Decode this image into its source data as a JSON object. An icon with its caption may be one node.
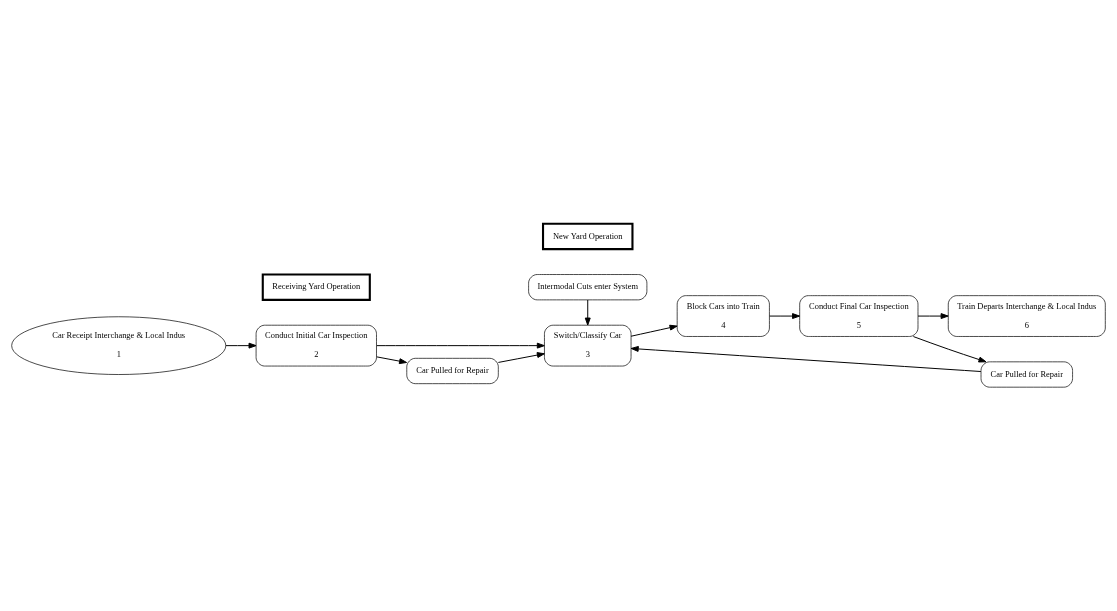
{
  "diagram": {
    "nodes": [
      {
        "text": [
          "Receiving Yard Operation"
        ]
      },
      {
        "text": [
          "New Yard Operation"
        ]
      },
      {
        "text": [
          "Intermodal Cuts enter System"
        ]
      },
      {
        "text": [
          "Switch/Classify Car",
          "3"
        ]
      },
      {
        "text": [
          "Conduct Initial Car Inspection",
          "2"
        ]
      },
      {
        "text": [
          "Block Cars into Train",
          "4"
        ]
      },
      {
        "text": [
          "Conduct Final Car Inspection",
          "5"
        ]
      },
      {
        "text": [
          "Car Pulled for Repair"
        ]
      },
      {
        "text": [
          "Car Pulled for Repair"
        ]
      },
      {
        "text": [
          "Car Receipt Interchange & Local Indus",
          "1"
        ]
      },
      {
        "text": [
          "Train Departs Interchange & Local Indus",
          "6"
        ]
      }
    ],
    "edges": [
      {
        "from": 9,
        "to": 4,
        "arrow": "to"
      },
      {
        "from": 4,
        "to": 3,
        "arrow": "to"
      },
      {
        "from": 4,
        "to": 8,
        "arrow": "to"
      },
      {
        "from": 8,
        "to": 3,
        "arrow": "to"
      },
      {
        "from": 2,
        "to": 3,
        "arrow": "to"
      },
      {
        "from": 3,
        "to": 5,
        "arrow": "to"
      },
      {
        "from": 5,
        "to": 6,
        "arrow": "to"
      },
      {
        "from": 6,
        "to": 7,
        "arrow": "to"
      },
      {
        "from": 7,
        "to": 3,
        "arrow": "to"
      },
      {
        "from": 6,
        "to": 10,
        "arrow": "to"
      }
    ]
  }
}
